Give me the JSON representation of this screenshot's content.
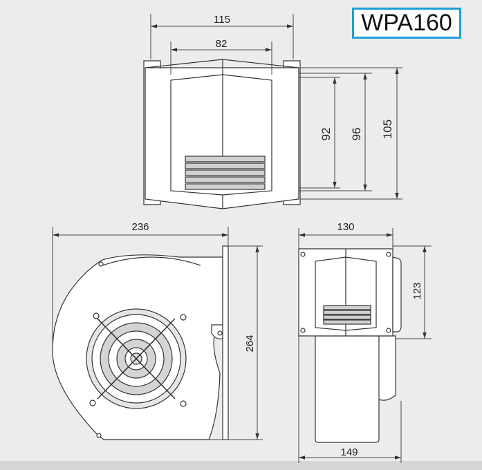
{
  "model": "WPA160",
  "top_view": {
    "width_outer": "115",
    "width_inner": "82",
    "height_92": "92",
    "height_96": "96",
    "height_105": "105"
  },
  "side_view": {
    "width": "236",
    "height": "264"
  },
  "front_view": {
    "width_top": "130",
    "height": "123",
    "width_bottom": "149"
  },
  "colors": {
    "line": "#333333",
    "body": "#ffffff",
    "badge_border": "#1e9fd8",
    "grille": "#c8c8c8"
  }
}
